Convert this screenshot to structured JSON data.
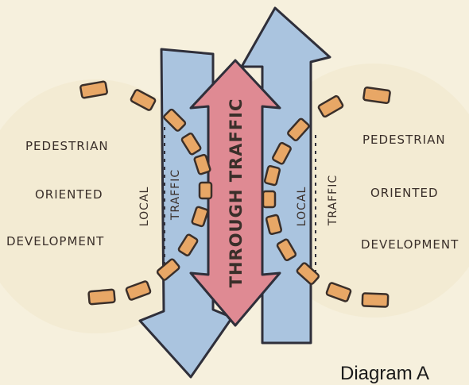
{
  "diagram": {
    "caption": "Diagram A",
    "center_arrow_label": "THROUGH TRAFFIC",
    "left_block": [
      "PEDESTRIAN",
      "ORIENTED",
      "DEVELOPMENT"
    ],
    "right_block": [
      "PEDESTRIAN",
      "ORIENTED",
      "DEVELOPMENT"
    ],
    "local_label": {
      "line1": "LOCAL",
      "line2": "TRAFFIC"
    },
    "colors": {
      "paper": "#f6f0dd",
      "blue_arrow": "#aac4df",
      "red_arrow": "#df8a93",
      "orange_dash": "#e8a766",
      "ink": "#3a2f2a"
    }
  }
}
